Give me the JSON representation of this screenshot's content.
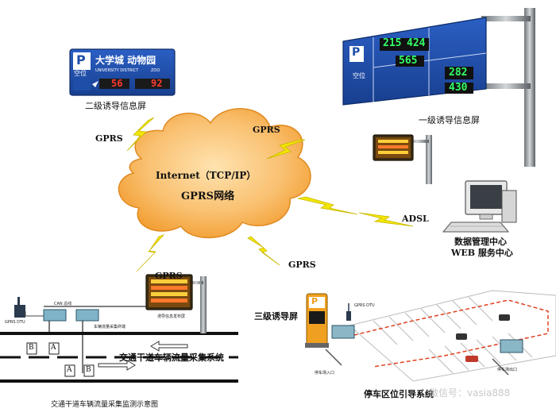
{
  "cloud": {
    "line1": "Internet（TCP/IP）",
    "line2": "GPRS网络"
  },
  "links": {
    "gprs_top_left": "GPRS",
    "gprs_top_right": "GPRS",
    "gprs_bottom_left": "GPRS",
    "gprs_bottom_right": "GPRS",
    "adsl": "ADSL"
  },
  "sign_secondary": {
    "p_letter": "P",
    "vacancy": "空位",
    "title": "大学城  动物园",
    "subtitle_left": "UNIVERSITY DISTRICT",
    "subtitle_right": "ZOO",
    "count_1": "56",
    "count_2": "92",
    "caption": "二级诱导信息屏"
  },
  "sign_primary": {
    "p_letter": "P",
    "vacancy": "空位",
    "values": [
      "215",
      "424",
      "565",
      "282",
      "430"
    ],
    "caption": "一级诱导信息屏"
  },
  "mgmt": {
    "line1": "数据管理中心",
    "line2": "WEB 服务中心"
  },
  "traffic": {
    "gprs_dtu": "GPRS DTU",
    "can_bus": "CAN 总线",
    "collector": "车辆流量采集终端",
    "sign_label": "诱导信息发布屏",
    "detector_a": "A",
    "detector_b": "B",
    "system_title": "交通干道车辆流量采集系统",
    "caption": "交通干道车辆流量采集监测示意图"
  },
  "parking": {
    "title": "三级诱导屏",
    "p_letter": "P",
    "gprs_dtu": "GPRS DTU",
    "entrance": "停车场入口",
    "exit": "停车场出口",
    "system_name": "停车区位引导系统"
  },
  "watermark": "微信号：vasia888",
  "colors": {
    "cloud": "#f7b24a",
    "lightning": "#f2e600",
    "sign_blue": "#1e4ea8",
    "led_green": "#33ff66"
  }
}
